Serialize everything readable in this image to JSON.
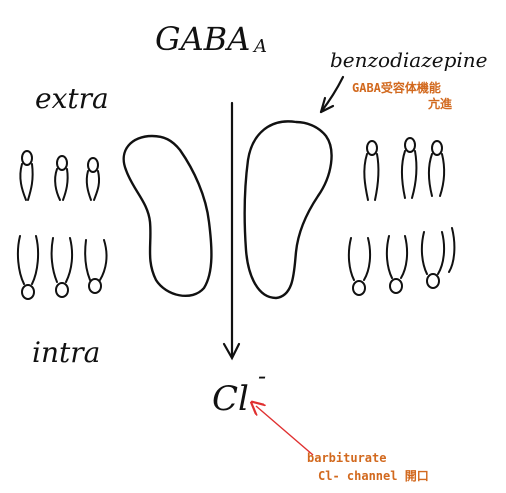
{
  "title": "GABA",
  "title_sub": "A",
  "label_extra": "extra",
  "label_intra": "intra",
  "benzodiazepine": {
    "name": "benzodiazepine",
    "note_line1": "GABA受容体機能",
    "note_line2": "亢進"
  },
  "ion": {
    "symbol": "Cl",
    "charge": "-"
  },
  "barbiturate": {
    "line1": "barbiturate",
    "line2": "Cl- channel 開口"
  },
  "colors": {
    "ink": "#111111",
    "note_orange": "#d2691e",
    "arrow_red": "#e03030"
  }
}
